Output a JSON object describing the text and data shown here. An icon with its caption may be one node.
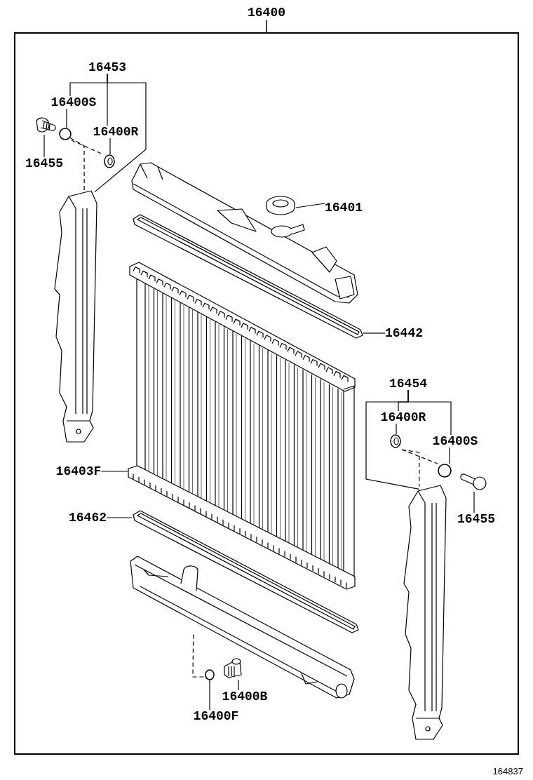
{
  "diagram": {
    "nodes": [
      {
        "text": [
          "16400"
        ]
      },
      {
        "text": [
          "16453"
        ],
        "in": 0
      },
      {
        "text": [
          "16400S"
        ],
        "in": 0
      },
      {
        "text": [
          "16455"
        ],
        "in": 0
      },
      {
        "text": [
          "16400R"
        ],
        "in": 0
      },
      {
        "text": [],
        "shape": "picture",
        "in": 0
      },
      {
        "text": [],
        "shape": "circle",
        "in": 0
      },
      {
        "text": [],
        "shape": "picture",
        "in": 0
      },
      {
        "text": [],
        "shape": "picture",
        "in": 0
      },
      {
        "text": [],
        "shape": "picture",
        "in": 0
      },
      {
        "text": [
          "16401"
        ],
        "in": 0
      },
      {
        "text": [],
        "shape": "picture",
        "in": 0
      },
      {
        "text": [],
        "shape": "picture",
        "in": 0
      },
      {
        "text": [
          "16442"
        ],
        "in": 0
      },
      {
        "text": [],
        "shape": "picture",
        "in": 0
      },
      {
        "text": [
          "16403F"
        ],
        "in": 0
      },
      {
        "text": [
          "16454"
        ],
        "in": 0
      },
      {
        "text": [
          "16400R"
        ],
        "in": 0
      },
      {
        "text": [
          "16400S"
        ],
        "in": 0
      },
      {
        "text": [],
        "shape": "picture",
        "in": 0
      },
      {
        "text": [],
        "shape": "circle",
        "in": 0
      },
      {
        "text": [],
        "shape": "picture",
        "in": 0
      },
      {
        "text": [
          "16455"
        ],
        "in": 0
      },
      {
        "text": [],
        "shape": "picture",
        "in": 0
      },
      {
        "text": [
          "16462"
        ],
        "in": 0
      },
      {
        "text": [],
        "shape": "picture",
        "in": 0
      },
      {
        "text": [],
        "shape": "picture",
        "in": 0
      },
      {
        "text": [],
        "shape": "picture",
        "in": 0
      },
      {
        "text": [],
        "shape": "circle",
        "in": 0
      },
      {
        "text": [
          "16400B"
        ],
        "in": 0
      },
      {
        "text": [
          "16400F"
        ],
        "in": 0
      }
    ],
    "edges": [
      {
        "from": 1,
        "to": 2,
        "arrow": "none"
      },
      {
        "from": 1,
        "to": 4,
        "arrow": "none"
      },
      {
        "from": 1,
        "to": 8,
        "arrow": "none"
      },
      {
        "from": 2,
        "to": 6,
        "arrow": "none"
      },
      {
        "from": 3,
        "to": 5,
        "arrow": "none"
      },
      {
        "from": 4,
        "to": 7,
        "arrow": "none"
      },
      {
        "from": 10,
        "to": 11,
        "arrow": "none"
      },
      {
        "from": 13,
        "to": 12,
        "arrow": "none"
      },
      {
        "from": 15,
        "to": 14,
        "arrow": "none"
      },
      {
        "from": 24,
        "to": 25,
        "arrow": "none"
      },
      {
        "from": 16,
        "to": 17,
        "arrow": "none"
      },
      {
        "from": 16,
        "to": 18,
        "arrow": "none"
      },
      {
        "from": 16,
        "to": 23,
        "arrow": "none"
      },
      {
        "from": 17,
        "to": 19,
        "arrow": "none"
      },
      {
        "from": 18,
        "to": 20,
        "arrow": "none"
      },
      {
        "from": 22,
        "to": 21,
        "arrow": "none"
      },
      {
        "from": 29,
        "to": 27,
        "arrow": "none"
      },
      {
        "from": 30,
        "to": 28,
        "arrow": "none"
      },
      {
        "from": 6,
        "to": 7,
        "arrow": "none",
        "style": "dashed"
      },
      {
        "from": 6,
        "to": 8,
        "arrow": "none",
        "style": "dashed"
      },
      {
        "from": 19,
        "to": 20,
        "arrow": "none",
        "style": "dashed"
      },
      {
        "from": 19,
        "to": 23,
        "arrow": "none",
        "style": "dashed"
      },
      {
        "from": 26,
        "to": 28,
        "arrow": "none",
        "style": "dashed"
      }
    ],
    "labels": [
      "164837"
    ]
  }
}
